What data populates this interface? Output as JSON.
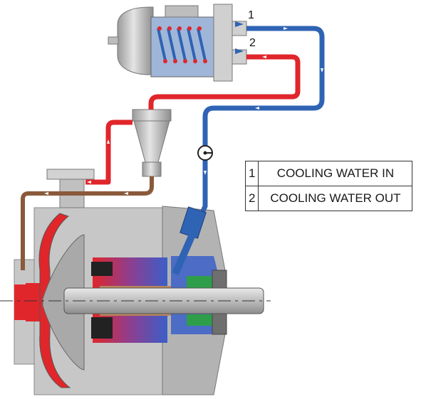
{
  "legend": {
    "rows": [
      {
        "number": "1",
        "label": "COOLING WATER IN"
      },
      {
        "number": "2",
        "label": "COOLING WATER OUT"
      }
    ]
  },
  "port_labels": {
    "inlet": "1",
    "outlet": "2"
  },
  "colors": {
    "cooling_in": "#2f63b4",
    "cooling_out": "#e0262b",
    "return_line": "#8a5a3a",
    "casing": "#c8c8c8",
    "casing_dark": "#9a9a9a"
  }
}
